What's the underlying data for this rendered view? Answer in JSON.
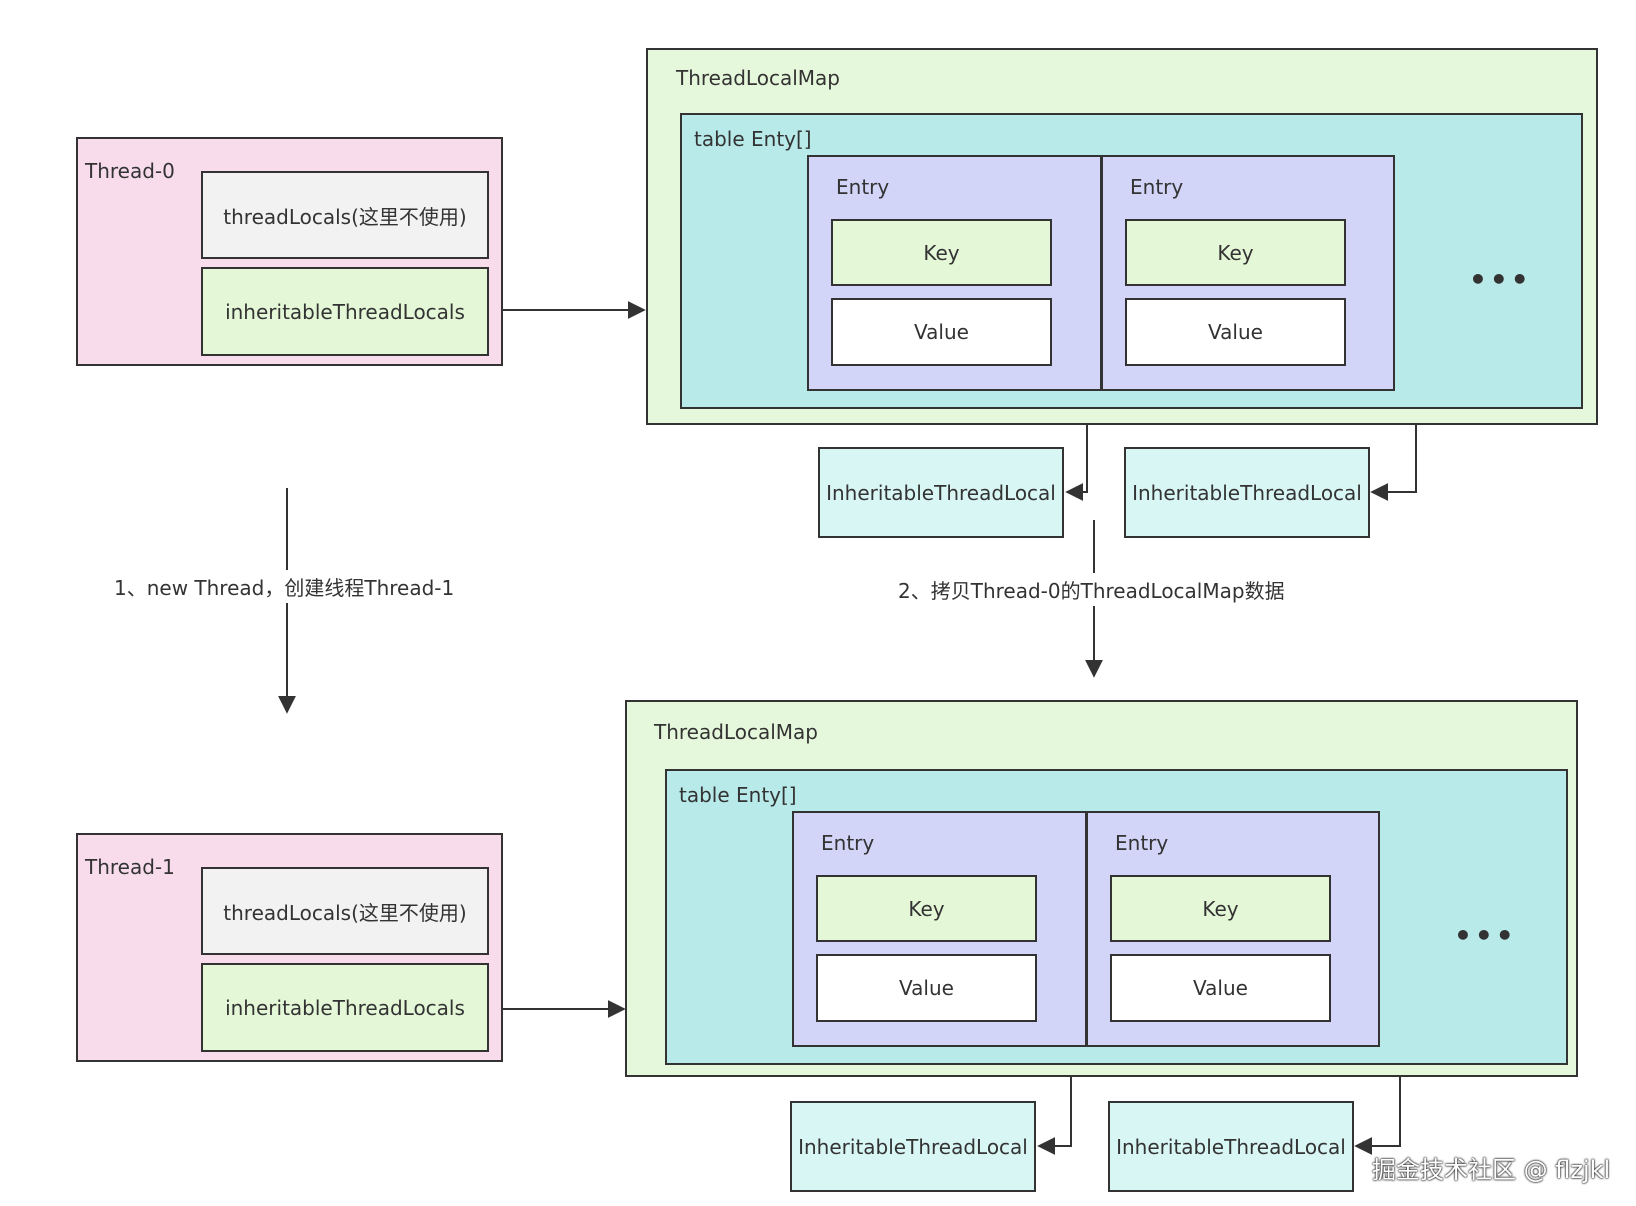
{
  "colors": {
    "thread_bg": "#f8dcec",
    "map_bg": "#e6f8dc",
    "table_bg": "#b8eaea",
    "entry_bg": "#d2d4f8",
    "key_bg": "#e4f8d8",
    "value_bg": "#ffffff",
    "threadlocals_bg": "#f2f2f2",
    "itl_bg": "#d8f6f4",
    "stroke": "#333333"
  },
  "thread0": {
    "label": "Thread-0",
    "thread_locals": "threadLocals(这里不使用)",
    "inheritable": "inheritableThreadLocals"
  },
  "thread1": {
    "label": "Thread-1",
    "thread_locals": "threadLocals(这里不使用)",
    "inheritable": "inheritableThreadLocals"
  },
  "map_top": {
    "label": "ThreadLocalMap",
    "table": "table Enty[]",
    "entries": [
      {
        "label": "Entry",
        "key": "Key",
        "value": "Value"
      },
      {
        "label": "Entry",
        "key": "Key",
        "value": "Value"
      }
    ],
    "ellipsis": "•••",
    "targets": [
      "InheritableThreadLocal",
      "InheritableThreadLocal"
    ]
  },
  "map_bottom": {
    "label": "ThreadLocalMap",
    "table": "table Enty[]",
    "entries": [
      {
        "label": "Entry",
        "key": "Key",
        "value": "Value"
      },
      {
        "label": "Entry",
        "key": "Key",
        "value": "Value"
      }
    ],
    "ellipsis": "•••",
    "targets": [
      "InheritableThreadLocal",
      "InheritableThreadLocal"
    ]
  },
  "steps": {
    "step1": "1、new Thread，创建线程Thread-1",
    "step2": "2、拷贝Thread-0的ThreadLocalMap数据"
  },
  "watermark": "掘金技术社区 @ flzjkl"
}
